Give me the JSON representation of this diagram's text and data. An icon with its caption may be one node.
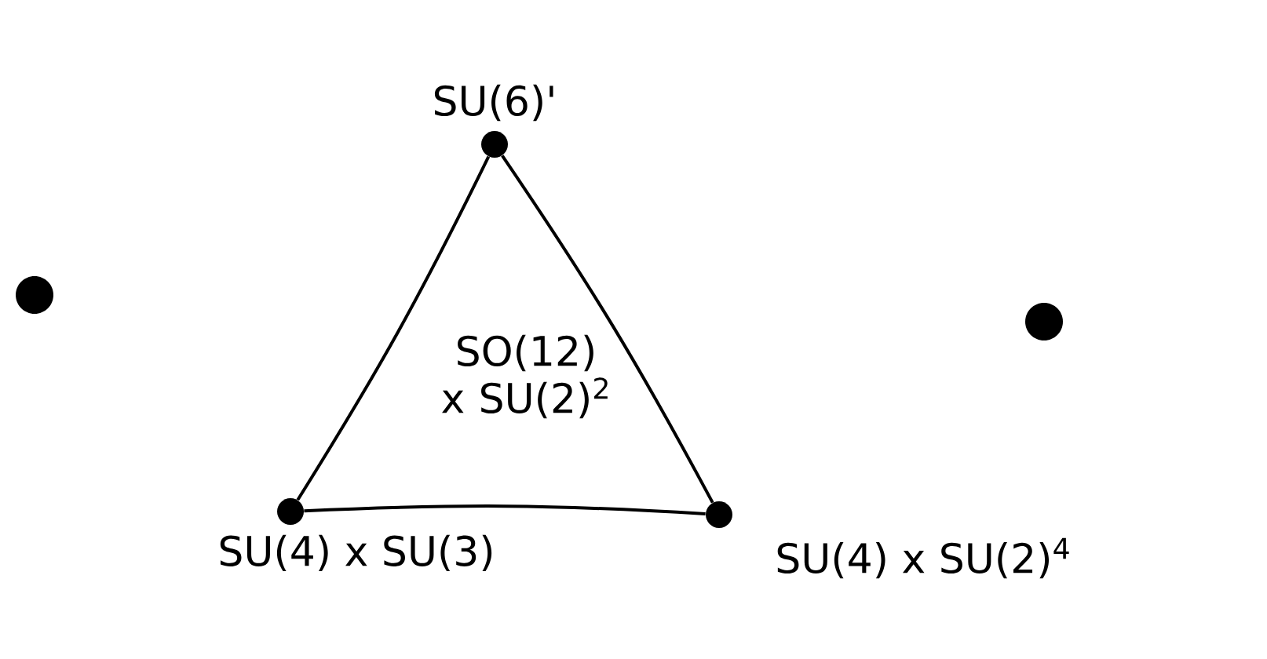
{
  "diagram": {
    "nodes": [
      {
        "text": [
          "SU(6)'"
        ]
      },
      {
        "text": [
          "SU(4) x SU(3)"
        ]
      },
      {
        "text": [
          "SU(4) x SU(2)$^{4}$"
        ]
      },
      {
        "text": [],
        "shape": "circle"
      },
      {
        "text": [],
        "shape": "circle"
      }
    ],
    "edges": [
      {
        "from": 0,
        "to": 1,
        "arrow": "none"
      },
      {
        "from": 0,
        "to": 2,
        "arrow": "none"
      },
      {
        "from": 1,
        "to": 2,
        "arrow": "none"
      }
    ],
    "labels": [
      "SO(12) x SU(2)$^{2}$"
    ]
  }
}
